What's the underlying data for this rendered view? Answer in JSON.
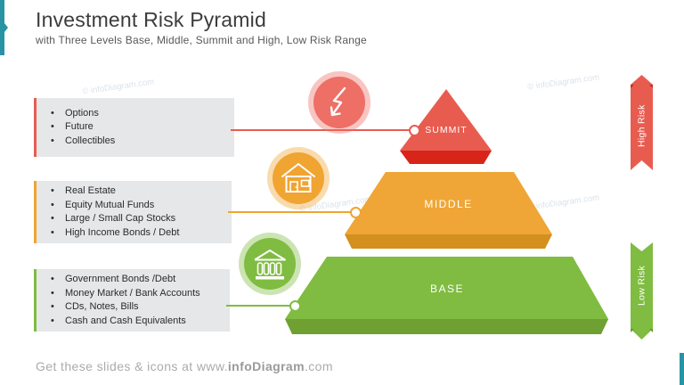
{
  "header": {
    "title": "Investment Risk Pyramid",
    "subtitle": "with Three Levels Base, Middle, Summit and High, Low Risk Range"
  },
  "watermark": "© infoDiagram.com",
  "levels": [
    {
      "name": "summit",
      "label": "SUMMIT",
      "icon": "lightning-arrow-icon",
      "color": "#E85C50",
      "dark_color": "#D8251A",
      "items": [
        "Options",
        "Future",
        "Collectibles"
      ]
    },
    {
      "name": "middle",
      "label": "MIDDLE",
      "icon": "house-icon",
      "color": "#EFA636",
      "dark_color": "#D3901F",
      "items": [
        "Real Estate",
        "Equity Mutual Funds",
        "Large / Small Cap Stocks",
        "High Income Bonds / Debt"
      ]
    },
    {
      "name": "base",
      "label": "BASE",
      "icon": "bank-icon",
      "color": "#7FBC41",
      "dark_color": "#6EA032",
      "items": [
        "Government Bonds /Debt",
        "Money Market / Bank Accounts",
        "CDs, Notes, Bills",
        "Cash and Cash Equivalents"
      ]
    }
  ],
  "ribbons": [
    {
      "label": "High Risk",
      "color": "#E85C50",
      "fold_color": "#C13226"
    },
    {
      "label": "Low Risk",
      "color": "#7FBC41",
      "fold_color": "#639B2C"
    }
  ],
  "footer": {
    "prefix": "Get these slides & icons at www.",
    "brand": "infoDiagram",
    "suffix": ".com"
  },
  "accent_color": "#2793A5"
}
